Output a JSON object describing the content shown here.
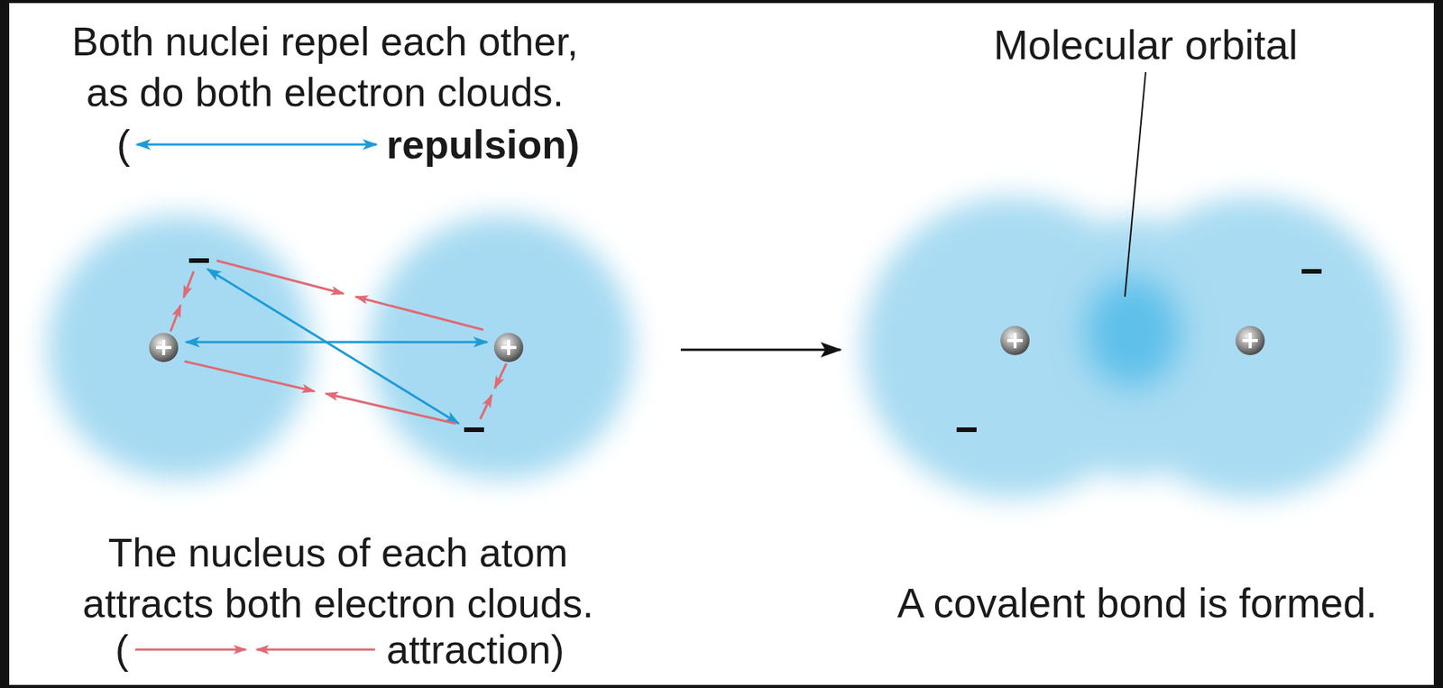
{
  "diagram": {
    "labels": [
      "Both nuclei repel each other, as do both electron clouds.",
      "(",
      "repulsion)",
      "Molecular orbital",
      "The nucleus of each atom attracts both electron clouds.",
      "(",
      "attraction)",
      "A covalent bond is formed."
    ]
  }
}
